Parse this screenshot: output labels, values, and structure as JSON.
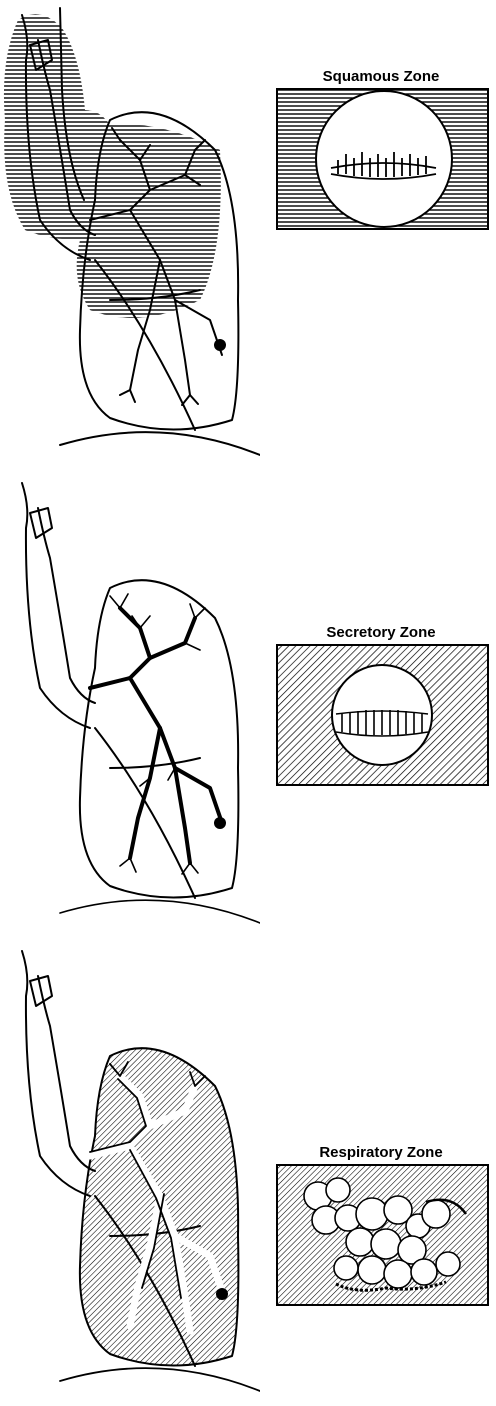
{
  "zones": [
    {
      "label": "Squamous Zone",
      "lung_shading": "upper-horizontal-lines",
      "inset_pattern": "horizontal-lines",
      "inset_view": "squamous-epithelium-circle"
    },
    {
      "label": "Secretory Zone",
      "lung_shading": "bronchial-tree-hatch",
      "inset_pattern": "diagonal-lines",
      "inset_view": "secretory-epithelium-circle"
    },
    {
      "label": "Respiratory Zone",
      "lung_shading": "alveolar-region-diagonal",
      "inset_pattern": "diagonal-lines",
      "inset_view": "alveoli-cluster"
    }
  ],
  "colors": {
    "ink": "#000000",
    "paper": "#ffffff"
  }
}
